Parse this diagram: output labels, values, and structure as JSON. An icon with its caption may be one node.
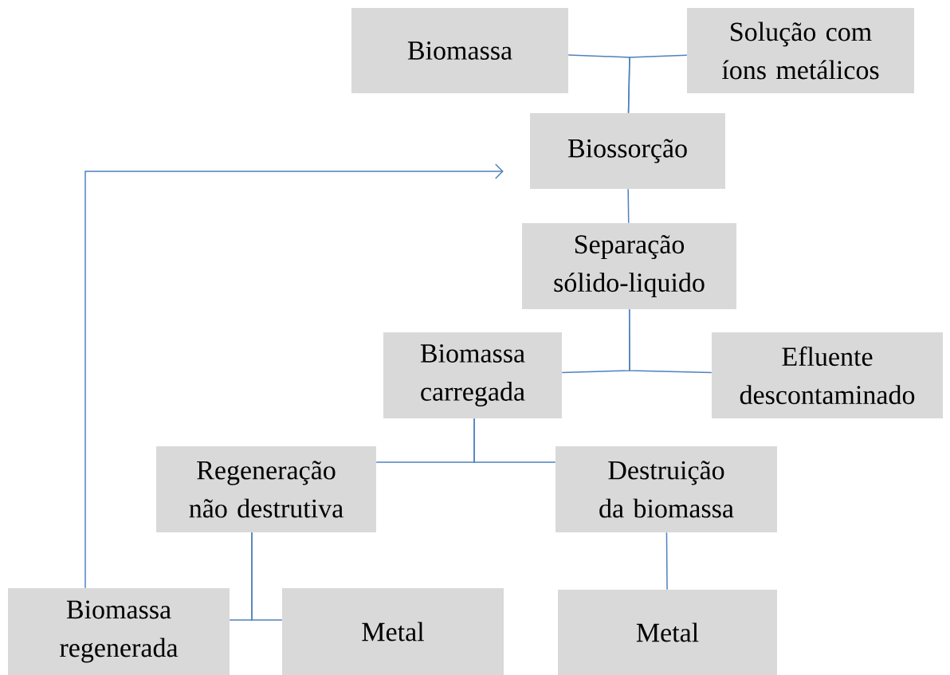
{
  "diagram": {
    "nodes": [
      {
        "text": [
          "Biomassa"
        ]
      },
      {
        "text": [
          "Solução com íons metálicos"
        ]
      },
      {
        "text": [
          "Biossorção"
        ]
      },
      {
        "text": [
          "Separação sólido-liquido"
        ]
      },
      {
        "text": [
          "Biomassa carregada"
        ]
      },
      {
        "text": [
          "Efluente descontaminado"
        ]
      },
      {
        "text": [
          "Regeneração não destrutiva"
        ]
      },
      {
        "text": [
          "Destruição da biomassa"
        ]
      },
      {
        "text": [
          "Biomassa regenerada"
        ]
      },
      {
        "text": [
          "Metal"
        ]
      },
      {
        "text": [
          "Metal"
        ]
      }
    ],
    "edges": [
      {
        "from": 0,
        "to": 2,
        "arrow": "none"
      },
      {
        "from": 1,
        "to": 2,
        "arrow": "none"
      },
      {
        "from": 2,
        "to": 3,
        "arrow": "none"
      },
      {
        "from": 3,
        "to": 4,
        "arrow": "none"
      },
      {
        "from": 3,
        "to": 5,
        "arrow": "none"
      },
      {
        "from": 4,
        "to": 6,
        "arrow": "none"
      },
      {
        "from": 4,
        "to": 7,
        "arrow": "none"
      },
      {
        "from": 6,
        "to": 8,
        "arrow": "none"
      },
      {
        "from": 6,
        "to": 9,
        "arrow": "none"
      },
      {
        "from": 7,
        "to": 10,
        "arrow": "none"
      },
      {
        "from": 8,
        "to": 2,
        "arrow": "to"
      }
    ]
  }
}
